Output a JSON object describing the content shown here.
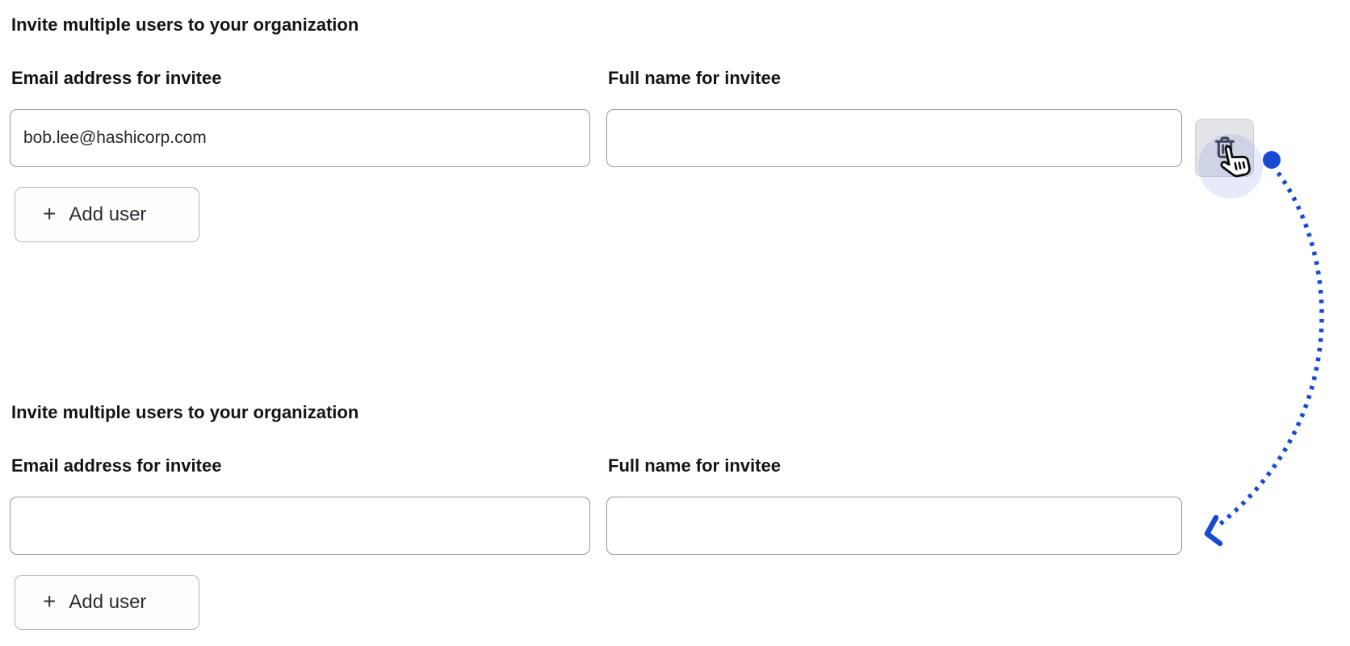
{
  "colors": {
    "accent_blue": "#1b4ad2",
    "input_border": "#94979f",
    "button_border": "#b3b5bb",
    "icon_button_bg": "#e3e4e7",
    "heading_text": "#121417",
    "input_text": "#25272c",
    "cursor_halo": "rgba(108,122,224,0.16)"
  },
  "sections": [
    {
      "title": "Invite multiple users to your organization",
      "fields": [
        {
          "label": "Email address for invitee",
          "value": "bob.lee@hashicorp.com"
        },
        {
          "label": "Full name for invitee",
          "value": ""
        }
      ],
      "add_button": {
        "plus_glyph": "+",
        "label": "Add user"
      },
      "delete_button": {
        "icon": "trash-icon"
      }
    },
    {
      "title": "Invite multiple users to your organization",
      "fields": [
        {
          "label": "Email address for invitee",
          "value": ""
        },
        {
          "label": "Full name for invitee",
          "value": ""
        }
      ],
      "add_button": {
        "plus_glyph": "+",
        "label": "Add user"
      }
    }
  ],
  "annotation": {
    "dot": "blue-dot-marker",
    "arrow": "dotted-curved-arrow",
    "cursor": "pointer-hand-cursor"
  }
}
